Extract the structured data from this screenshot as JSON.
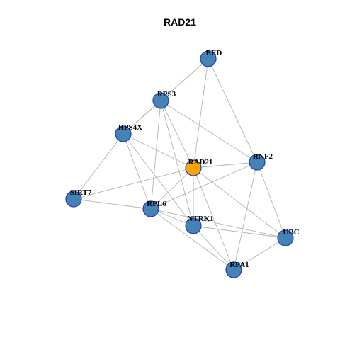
{
  "title": "RAD21",
  "colors": {
    "node_default": "#4682B4",
    "node_focus": "#FFA500",
    "node_border": "#1F3FBF",
    "edge": "#B3B3B3"
  },
  "network": {
    "focus": "RAD21",
    "nodes": [
      "EED",
      "RPS3",
      "RPS4X",
      "RAD21",
      "RNF2",
      "SIRT7",
      "RPL6",
      "NTRK1",
      "UBC",
      "RPA1"
    ],
    "edges": [
      [
        "EED",
        "RPS3"
      ],
      [
        "EED",
        "RPS4X"
      ],
      [
        "EED",
        "RAD21"
      ],
      [
        "EED",
        "RNF2"
      ],
      [
        "RPS3",
        "RPS4X"
      ],
      [
        "RPS3",
        "RAD21"
      ],
      [
        "RPS3",
        "RPL6"
      ],
      [
        "RPS3",
        "NTRK1"
      ],
      [
        "RPS3",
        "RNF2"
      ],
      [
        "RPS4X",
        "RAD21"
      ],
      [
        "RPS4X",
        "SIRT7"
      ],
      [
        "RPS4X",
        "RPL6"
      ],
      [
        "RPS4X",
        "NTRK1"
      ],
      [
        "RAD21",
        "RNF2"
      ],
      [
        "RAD21",
        "SIRT7"
      ],
      [
        "RAD21",
        "RPL6"
      ],
      [
        "RAD21",
        "NTRK1"
      ],
      [
        "RAD21",
        "RPA1"
      ],
      [
        "RAD21",
        "UBC"
      ],
      [
        "RNF2",
        "RPL6"
      ],
      [
        "RNF2",
        "UBC"
      ],
      [
        "RNF2",
        "RPA1"
      ],
      [
        "SIRT7",
        "RPL6"
      ],
      [
        "RPL6",
        "NTRK1"
      ],
      [
        "RPL6",
        "RPA1"
      ],
      [
        "RPL6",
        "UBC"
      ],
      [
        "NTRK1",
        "UBC"
      ],
      [
        "NTRK1",
        "RPA1"
      ],
      [
        "UBC",
        "RPA1"
      ]
    ]
  }
}
